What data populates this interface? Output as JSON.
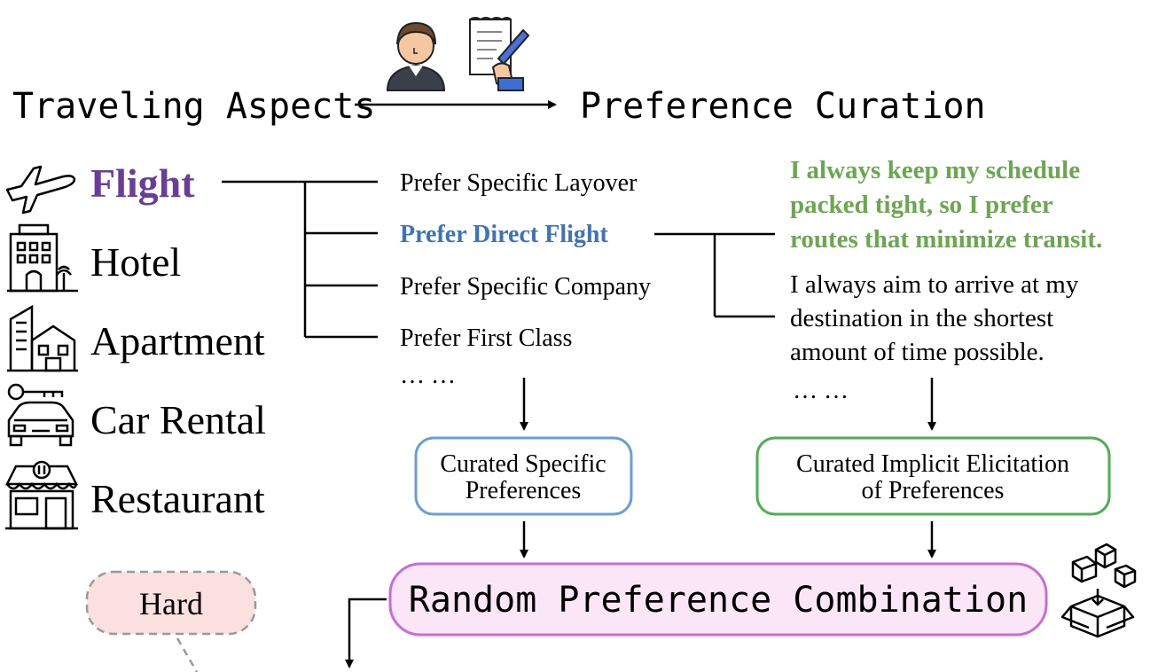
{
  "header": {
    "left_title": "Traveling Aspects",
    "right_title": "Preference Curation"
  },
  "aspects": [
    {
      "label": "Flight",
      "icon": "airplane-icon",
      "highlight": true
    },
    {
      "label": "Hotel",
      "icon": "hotel-building-icon",
      "highlight": false
    },
    {
      "label": "Apartment",
      "icon": "apartment-building-icon",
      "highlight": false
    },
    {
      "label": "Car Rental",
      "icon": "car-key-icon",
      "highlight": false
    },
    {
      "label": "Restaurant",
      "icon": "restaurant-storefront-icon",
      "highlight": false
    }
  ],
  "specific_preferences": [
    {
      "label": "Prefer Specific Layover",
      "highlight": false
    },
    {
      "label": "Prefer Direct Flight",
      "highlight": true
    },
    {
      "label": "Prefer Specific Company",
      "highlight": false
    },
    {
      "label": "Prefer First Class",
      "highlight": false
    }
  ],
  "specific_ellipsis": "… …",
  "implicit_preferences": [
    {
      "lines": [
        "I always keep my schedule",
        "packed tight, so I prefer",
        "routes that minimize transit."
      ],
      "highlight": true
    },
    {
      "lines": [
        "I always aim to arrive at my",
        "destination in the shortest",
        "amount of time possible."
      ],
      "highlight": false
    }
  ],
  "implicit_ellipsis": "… …",
  "boxes": {
    "specific": [
      "Curated Specific",
      "Preferences"
    ],
    "implicit": [
      "Curated Implicit Elicitation",
      "of Preferences"
    ],
    "combination": "Random Preference Combination",
    "hard": "Hard"
  },
  "colors": {
    "flight_purple": "#6a3d9a",
    "direct_blue": "#3f73b8",
    "implicit_green": "#6aa84f",
    "specific_box_border": "#6a9fd4",
    "implicit_box_border": "#4caf50",
    "combination_border": "#c86dd7",
    "combination_fill": "#fbe6f7",
    "hard_fill": "#fbe0e0",
    "hard_border": "#999999"
  }
}
